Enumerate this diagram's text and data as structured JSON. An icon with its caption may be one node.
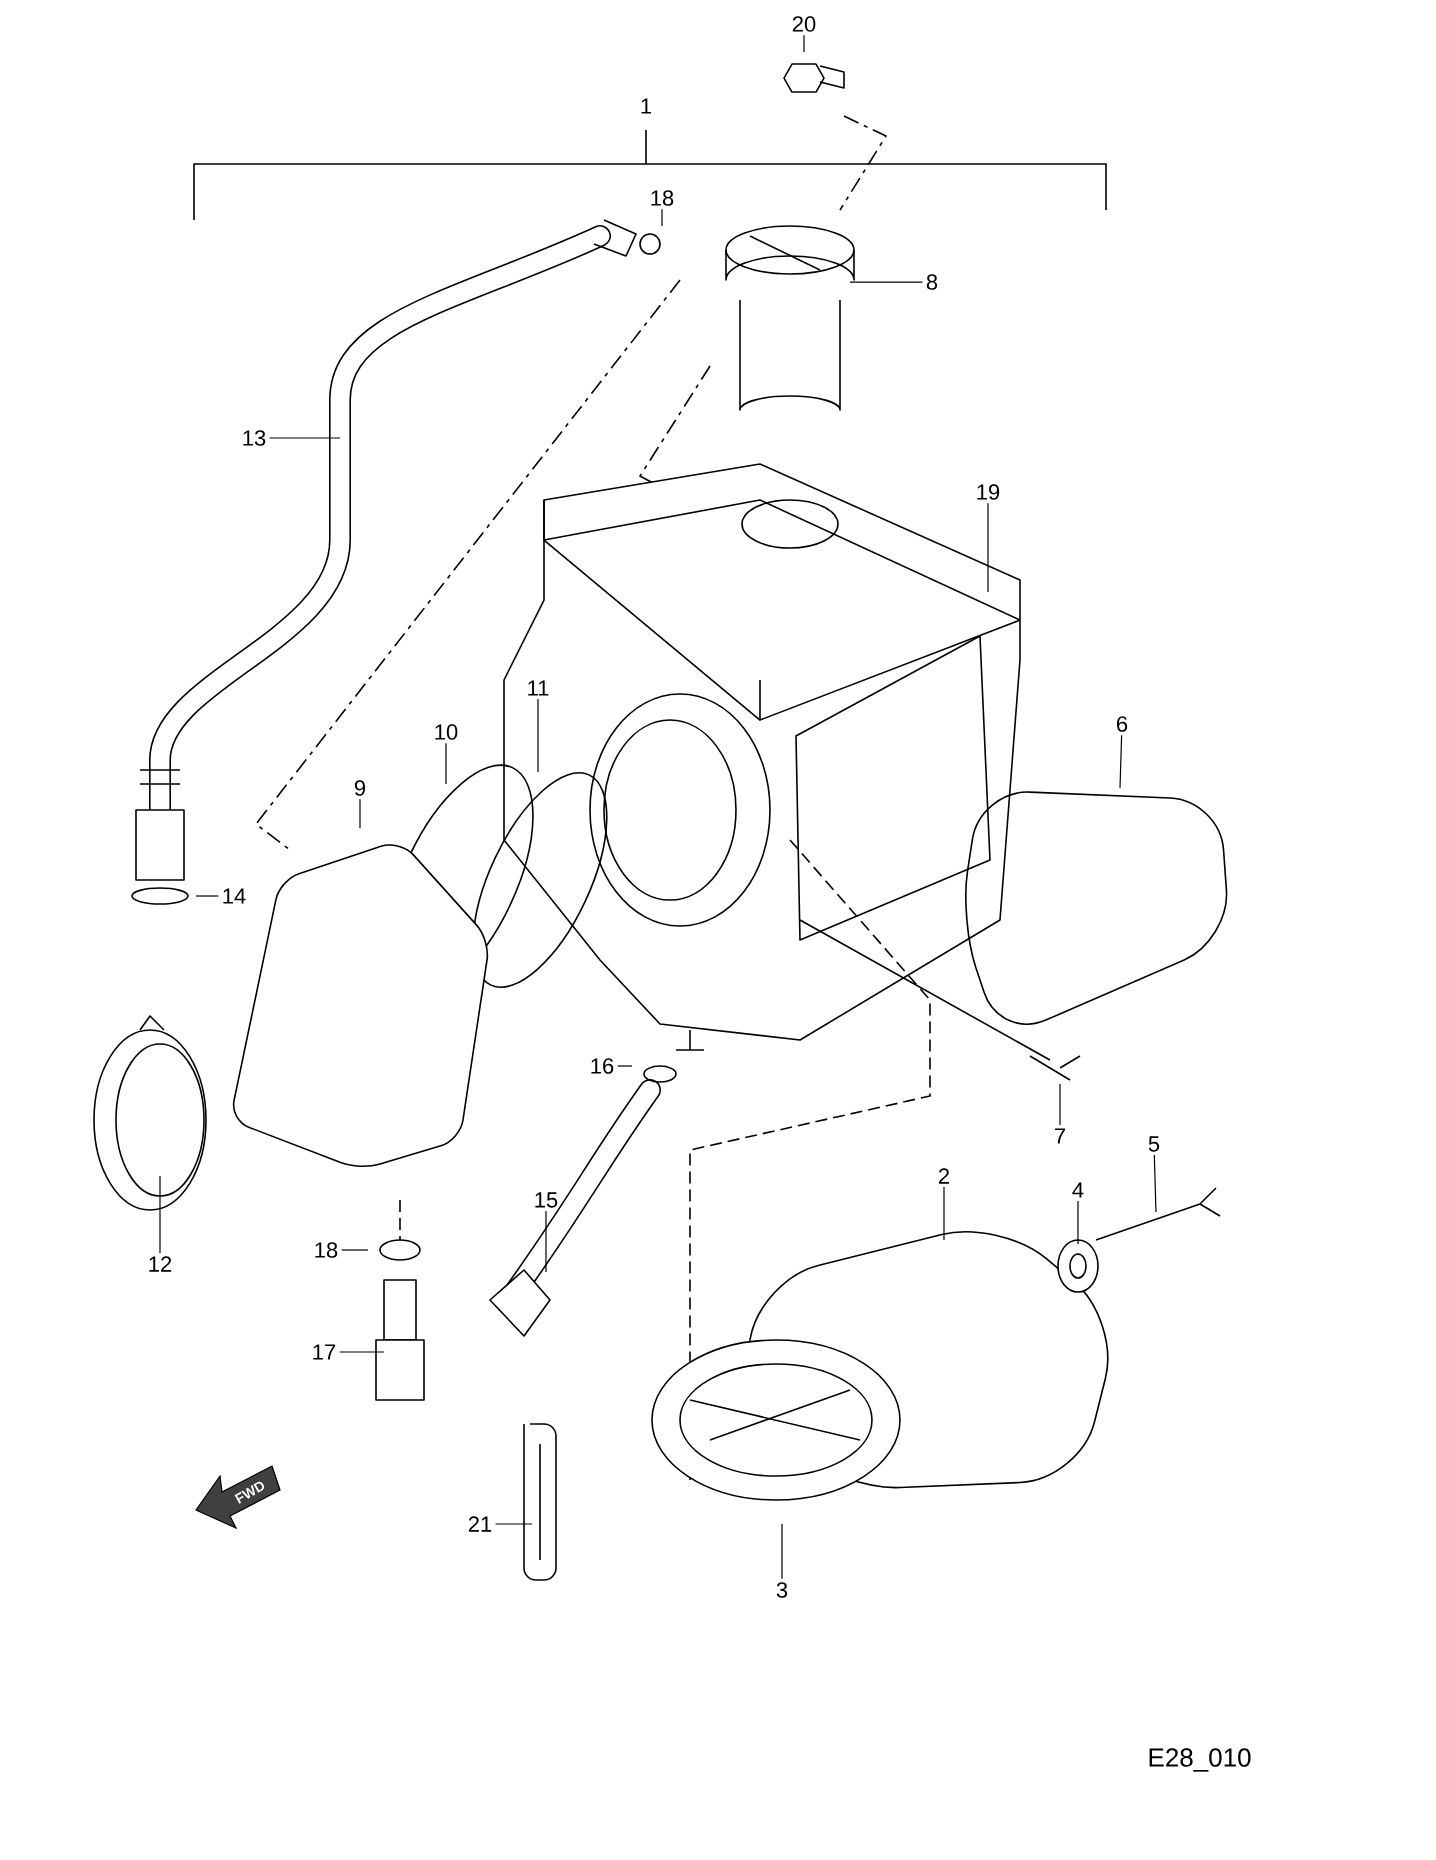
{
  "diagram": {
    "nodes": [
      {
        "text": [
          "20"
        ]
      },
      {
        "text": [
          "18"
        ]
      },
      {
        "text": [
          "8"
        ]
      },
      {
        "text": [
          "13"
        ]
      },
      {
        "text": [
          "19"
        ]
      },
      {
        "text": [
          "11"
        ]
      },
      {
        "text": [
          "10"
        ]
      },
      {
        "text": [
          "9"
        ]
      },
      {
        "text": [
          "6"
        ]
      },
      {
        "text": [
          "14"
        ]
      },
      {
        "text": [
          "16"
        ]
      },
      {
        "text": [
          "7"
        ]
      },
      {
        "text": [
          "5"
        ]
      },
      {
        "text": [
          "2"
        ]
      },
      {
        "text": [
          "4"
        ]
      },
      {
        "text": [
          "12"
        ]
      },
      {
        "text": [
          "15"
        ]
      },
      {
        "text": [
          "18"
        ]
      },
      {
        "text": [
          "17"
        ]
      },
      {
        "text": [
          "21"
        ]
      },
      {
        "text": [
          "3"
        ]
      }
    ],
    "edges": [
      {
        "from": 0,
        "to": null,
        "arrow": "none"
      },
      {
        "from": 1,
        "to": null,
        "arrow": "none"
      },
      {
        "from": 2,
        "to": null,
        "arrow": "none"
      },
      {
        "from": 3,
        "to": null,
        "arrow": "none"
      },
      {
        "from": 4,
        "to": null,
        "arrow": "none"
      },
      {
        "from": 5,
        "to": null,
        "arrow": "none"
      },
      {
        "from": 6,
        "to": null,
        "arrow": "none"
      },
      {
        "from": 7,
        "to": null,
        "arrow": "none"
      },
      {
        "from": 8,
        "to": null,
        "arrow": "none"
      },
      {
        "from": 9,
        "to": null,
        "arrow": "none"
      },
      {
        "from": 10,
        "to": null,
        "arrow": "none"
      },
      {
        "from": 11,
        "to": null,
        "arrow": "none"
      },
      {
        "from": 12,
        "to": null,
        "arrow": "none"
      },
      {
        "from": 13,
        "to": null,
        "arrow": "none"
      },
      {
        "from": 14,
        "to": null,
        "arrow": "none"
      },
      {
        "from": 15,
        "to": null,
        "arrow": "none"
      },
      {
        "from": 16,
        "to": null,
        "arrow": "none"
      },
      {
        "from": 17,
        "to": null,
        "arrow": "none"
      },
      {
        "from": 18,
        "to": null,
        "arrow": "none"
      },
      {
        "from": 19,
        "to": null,
        "arrow": "none"
      },
      {
        "from": 20,
        "to": null,
        "arrow": "none"
      }
    ],
    "labels": [
      "1",
      "FWD",
      "E28_010"
    ]
  }
}
